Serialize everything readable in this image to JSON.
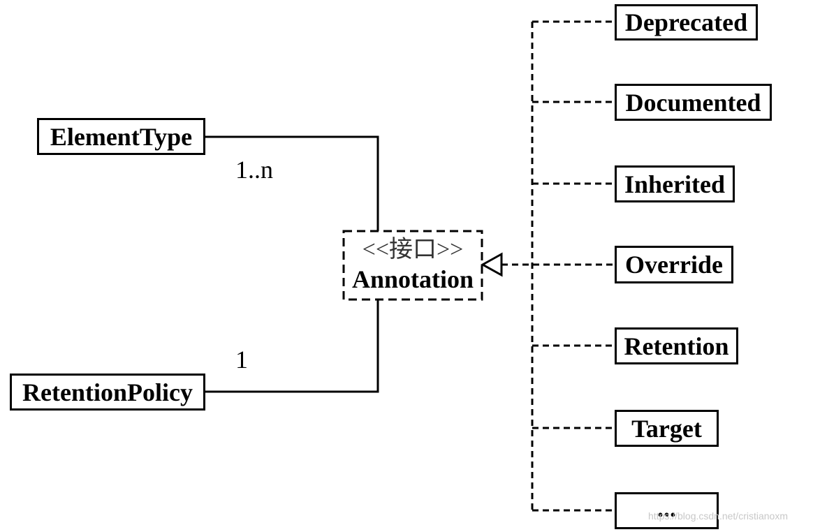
{
  "diagram": {
    "interface": {
      "stereotype": "<<接口>>",
      "name": "Annotation"
    },
    "associations": [
      {
        "class": "ElementType",
        "multiplicity": "1..n"
      },
      {
        "class": "RetentionPolicy",
        "multiplicity": "1"
      }
    ],
    "implementations": [
      "Deprecated",
      "Documented",
      "Inherited",
      "Override",
      "Retention",
      "Target",
      "..."
    ]
  },
  "watermark": "https://blog.csdn.net/cristianoxm"
}
